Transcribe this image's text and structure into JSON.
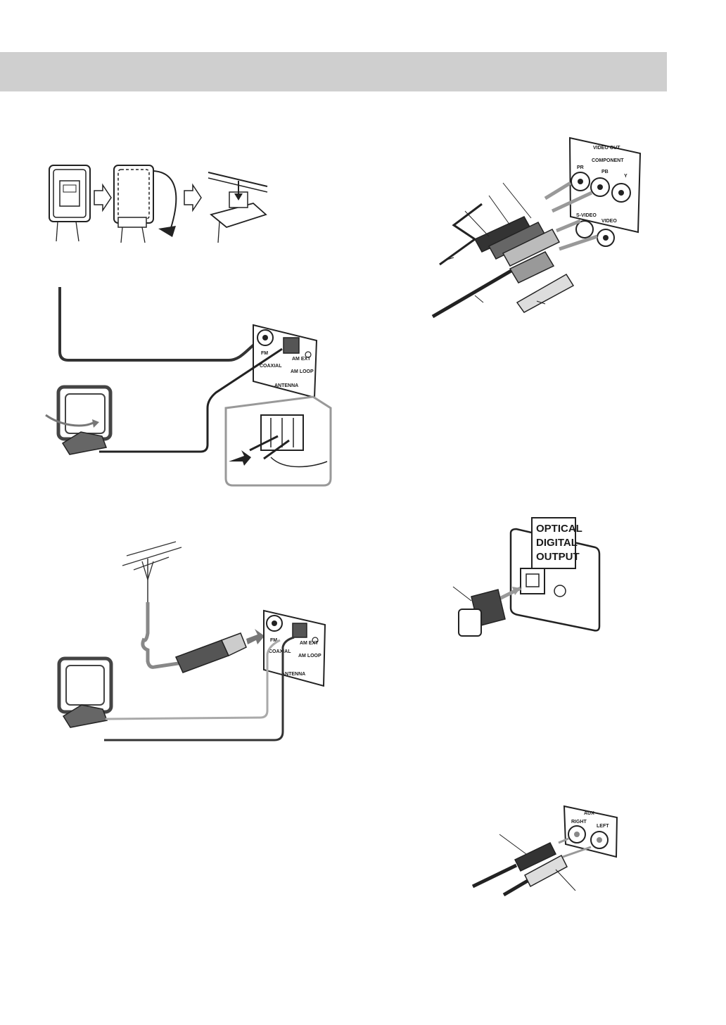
{
  "antenna_panel": {
    "fm_label": "FM",
    "coaxial_label": "COAXIAL",
    "am_ext_label": "AM EXT",
    "am_loop_label": "AM LOOP",
    "panel_title": "ANTENNA"
  },
  "video_panel": {
    "title": "VIDEO OUT",
    "component_label": "COMPONENT",
    "pr_label": "PR",
    "pb_label": "PB",
    "y_label": "Y",
    "svideo_label": "S-VIDEO",
    "video_label": "VIDEO"
  },
  "optical_panel": {
    "line1": "OPTICAL",
    "line2": "DIGITAL",
    "line3": "OUTPUT"
  },
  "aux_panel": {
    "title": "AUX",
    "right_label": "RIGHT",
    "left_label": "LEFT"
  }
}
